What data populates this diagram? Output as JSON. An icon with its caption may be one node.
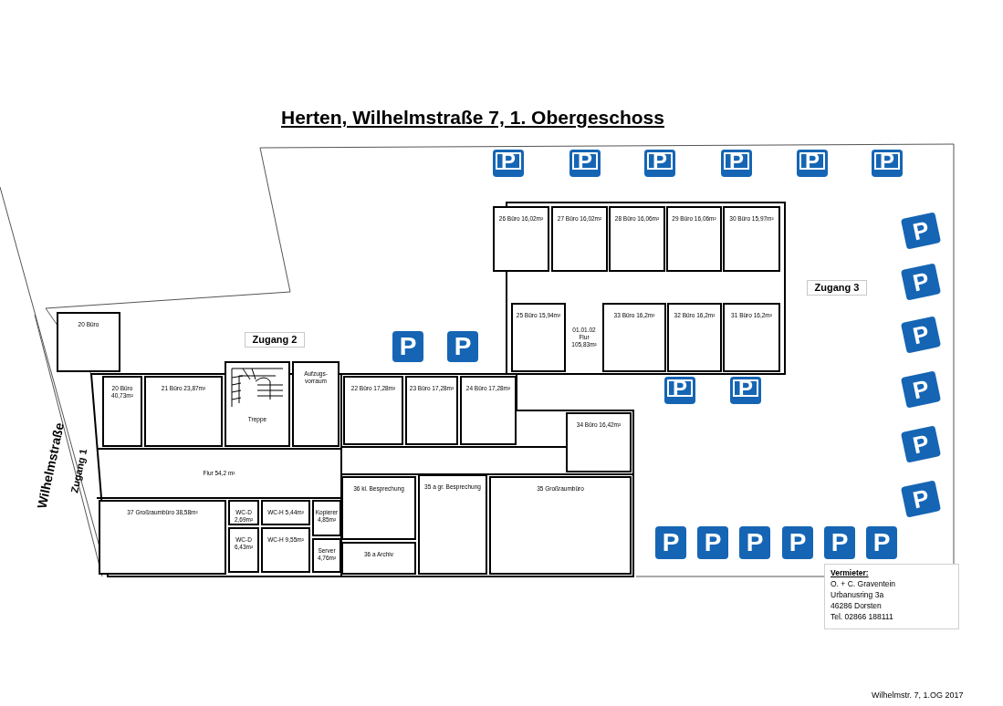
{
  "diagram": {
    "title": "Herten, Wilhelmstraße 7, 1. Obergeschoss",
    "nodes": [
      {
        "text": [
          "Zugang 2"
        ]
      },
      {
        "text": [
          "Zugang 3"
        ]
      },
      {
        "text": [
          "Vermieter:",
          "O. + C. Graventein",
          "Urbanusring 3a",
          "46286 Dorsten",
          "Tel. 02866 188111"
        ]
      },
      {
        "text": [
          "20 Büro"
        ]
      },
      {
        "text": [
          "20 Büro 40,73m²"
        ]
      },
      {
        "text": [
          "21 Büro 23,87m²"
        ]
      },
      {
        "text": [
          "Treppe"
        ]
      },
      {
        "text": [
          "Aufzugs- vorraum"
        ]
      },
      {
        "text": [
          "Flur 54,2 m²"
        ]
      },
      {
        "text": [
          "37 Großraumbüro 38,58m²"
        ]
      },
      {
        "text": [
          "WC-D 2,69m²"
        ]
      },
      {
        "text": [
          "WC-D 6,43m²"
        ]
      },
      {
        "text": [
          "WC-H 5,44m²"
        ]
      },
      {
        "text": [
          "WC-H 9,55m²"
        ]
      },
      {
        "text": [
          "Kopierer 4,85m²"
        ]
      },
      {
        "text": [
          "Server 4,76m²"
        ]
      },
      {
        "text": [
          "22 Büro 17,28m²"
        ]
      },
      {
        "text": [
          "23 Büro 17,28m²"
        ]
      },
      {
        "text": [
          "24 Büro 17,28m²"
        ]
      },
      {
        "text": [
          "34 Büro 16,42m²"
        ]
      },
      {
        "text": [
          "36 kl. Besprechung"
        ]
      },
      {
        "text": [
          "36 a Archiv"
        ]
      },
      {
        "text": [
          "35 a gr. Besprechung"
        ]
      },
      {
        "text": [
          "35 Großraumbüro"
        ]
      },
      {
        "text": [
          "25 Büro 15,94m²"
        ]
      },
      {
        "text": [
          "01.01.02 Flur 105,83m²"
        ]
      },
      {
        "text": [
          "26 Büro 16,02m²"
        ]
      },
      {
        "text": [
          "27 Büro 16,02m²"
        ]
      },
      {
        "text": [
          "28 Büro 16,06m²"
        ]
      },
      {
        "text": [
          "29 Büro 16,06m²"
        ]
      },
      {
        "text": [
          "30 Büro 15,97m²"
        ]
      },
      {
        "text": [
          "33 Büro 16,2m²"
        ]
      },
      {
        "text": [
          "32 Büro 16,2m²"
        ]
      },
      {
        "text": [
          "31 Büro 16,2m²"
        ]
      },
      {
        "text": [
          "P"
        ]
      },
      {
        "text": [
          "P"
        ]
      },
      {
        "text": [
          "P"
        ]
      },
      {
        "text": [
          "P"
        ]
      },
      {
        "text": [
          "P"
        ]
      },
      {
        "text": [
          "P"
        ]
      },
      {
        "text": [
          "P"
        ]
      },
      {
        "text": [
          "P"
        ]
      },
      {
        "text": [
          "P"
        ]
      },
      {
        "text": [
          "P"
        ]
      },
      {
        "text": [
          "P"
        ]
      },
      {
        "text": [
          "P"
        ]
      },
      {
        "text": [
          "P"
        ]
      },
      {
        "text": [
          "P"
        ]
      },
      {
        "text": [
          "P"
        ]
      },
      {
        "text": [
          "P"
        ]
      },
      {
        "text": [
          "P"
        ]
      },
      {
        "text": [
          "P"
        ]
      },
      {
        "text": [
          "P"
        ]
      },
      {
        "text": [
          "P"
        ]
      },
      {
        "text": [
          "P"
        ]
      },
      {
        "text": [
          "P"
        ]
      }
    ],
    "edges": [],
    "labels": [
      "Wilhelmstraße",
      "Zugang 1",
      "Wilhelmstr. 7, 1.OG 2017"
    ]
  }
}
